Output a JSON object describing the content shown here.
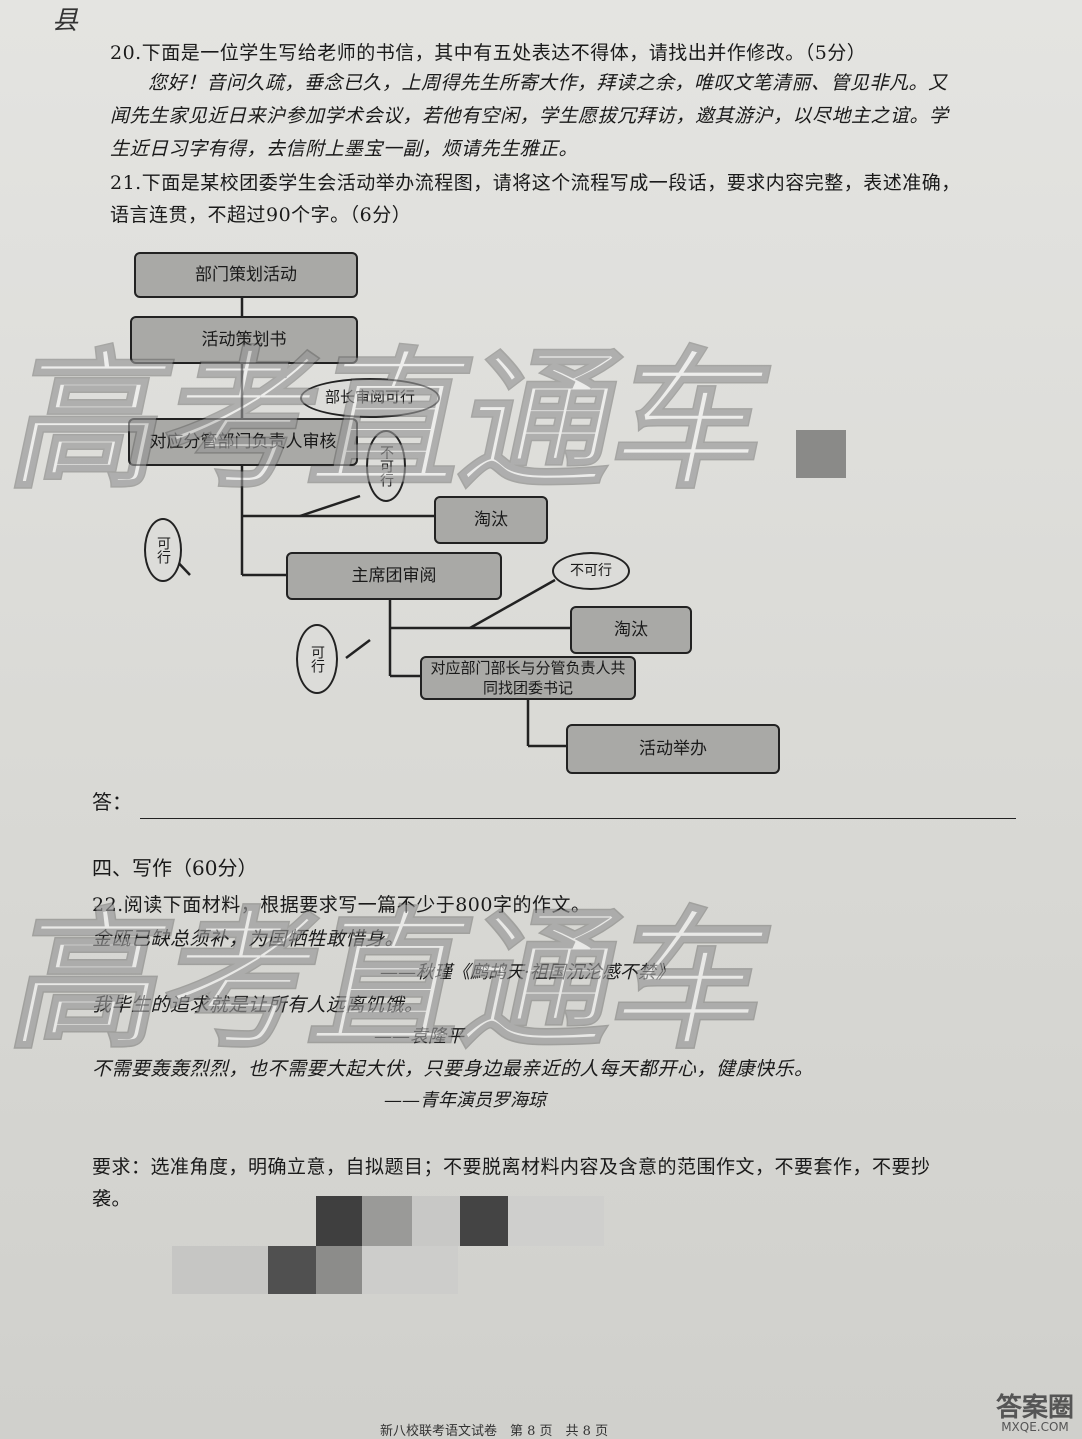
{
  "corner_mark": "县",
  "q20": {
    "stem": "20.下面是一位学生写给老师的书信，其中有五处表达不得体，请找出并作修改。（5分）",
    "letter": [
      "您好！音问久疏，垂念已久，上周得先生所寄大作，拜读之余，唯叹文笔清丽、管见非凡。又",
      "闻先生家见近日来沪参加学术会议，若他有空闲，学生愿拔冗拜访，邀其游沪，以尽地主之谊。学",
      "生近日习字有得，去信附上墨宝一副，烦请先生雅正。"
    ]
  },
  "q21": {
    "stem_line1": "21.下面是某校团委学生会活动举办流程图，请将这个流程写成一段话，要求内容完整，表述准确，",
    "stem_line2": "语言连贯，不超过90个字。（6分）"
  },
  "flowchart": {
    "box1": "部门策划活动",
    "box2": "活动策划书",
    "oval1": "部长审阅可行",
    "box3": "对应分管部门负责人审核",
    "oval_not1": "不可行",
    "reject1": "淘汰",
    "oval_ok1": "可行",
    "box4": "主席团审阅",
    "oval_not2": "不可行",
    "reject2": "淘汰",
    "oval_ok2": "可行",
    "box5": "对应部门部长与分管负责人共同找团委书记",
    "box6": "活动举办"
  },
  "answer_label": "答：",
  "section4": "四、写作（60分）",
  "q22": {
    "stem": "22.阅读下面材料，根据要求写一篇不少于800字的作文。",
    "quote1": "金瓯已缺总须补，为国牺牲敢惜身。",
    "attr1": "——秋瑾《鹧鸪天·祖国沉沦感不禁》",
    "quote2": "我毕生的追求就是让所有人远离饥饿。",
    "attr2": "——袁隆平",
    "quote3": "不需要轰轰烈烈，也不需要大起大伏，只要身边最亲近的人每天都开心，健康快乐。",
    "attr3": "——青年演员罗海琼",
    "req1": "要求：选准角度，明确立意，自拟题目；不要脱离材料内容及含意的范围作文，不要套作，不要抄",
    "req2": "袭。"
  },
  "footer": "新八校联考语文试卷　第 8 页　共 8 页",
  "watermark_text": "高考直通车",
  "logo": {
    "main": "答案圈",
    "sub": "MXQE.COM"
  },
  "colors": {
    "box_fill": "#a9a9a6",
    "paper": "#dcdcd8",
    "ink": "#1a1a1a"
  }
}
